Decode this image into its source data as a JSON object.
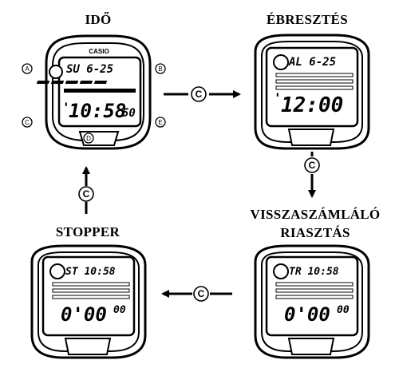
{
  "modes": {
    "time": {
      "title": "IDŐ",
      "brand": "CASIO",
      "line1": "SU 6-25",
      "main": "10:58",
      "seconds": "50",
      "mark": "'"
    },
    "alarm": {
      "title": "ÉBRESZTÉS",
      "line1": "AL 6-25",
      "main": "12:00",
      "mark": "'"
    },
    "countdown": {
      "title_line1": "VISSZASZÁMLÁLÓ",
      "title_line2": "RIASZTÁS",
      "line1": "TR 10:58",
      "main": "0'00",
      "hundredths": "00"
    },
    "stopwatch": {
      "title": "STOPPER",
      "line1": "ST 10:58",
      "main": "0'00",
      "hundredths": "00"
    }
  },
  "buttons": {
    "a": "A",
    "b": "B",
    "c": "C",
    "d": "D",
    "e": "E"
  },
  "transition_button": "C"
}
